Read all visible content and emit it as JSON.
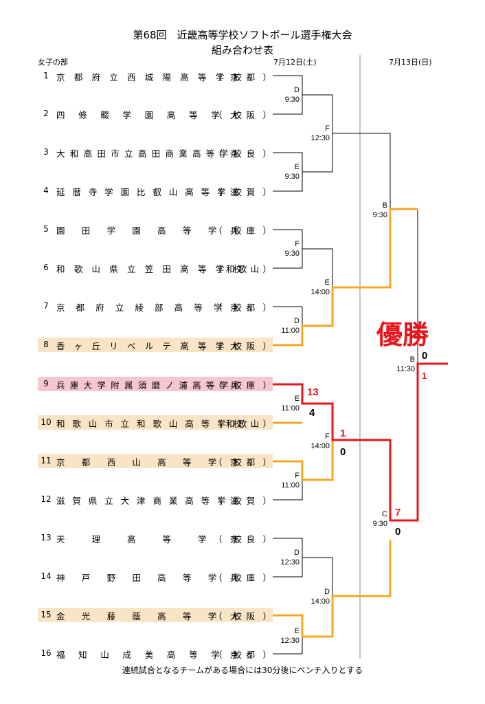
{
  "header": {
    "title": "第68回　近畿高等学校ソフトボール選手権大会",
    "subtitle": "組み合わせ表",
    "division": "女子の部",
    "day1": "7月12日(土)",
    "day2": "7月13日(日)"
  },
  "teams": [
    {
      "num": "1",
      "name": "京都府立西城陽高等学校",
      "pref": "（京都）"
    },
    {
      "num": "2",
      "name": "四條畷学園高等学校",
      "pref": "（大阪）"
    },
    {
      "num": "3",
      "name": "大和高田市立高田商業高等学校",
      "pref": "（奈良）"
    },
    {
      "num": "4",
      "name": "延暦寺学園比叡山高等学校",
      "pref": "（滋賀）"
    },
    {
      "num": "5",
      "name": "園田学園高等学校",
      "pref": "（兵庫）"
    },
    {
      "num": "6",
      "name": "和歌山県立笠田高等学校",
      "pref": "（和歌山）"
    },
    {
      "num": "7",
      "name": "京都府立綾部高等学校",
      "pref": "（京都）"
    },
    {
      "num": "8",
      "name": "香ヶ丘リベルテ高等学校",
      "pref": "（大阪）"
    },
    {
      "num": "9",
      "name": "兵庫大学附属須磨ノ浦高等学校",
      "pref": "（兵庫）"
    },
    {
      "num": "10",
      "name": "和歌山市立和歌山高等学校",
      "pref": "（和歌山）"
    },
    {
      "num": "11",
      "name": "京都西山高等学校",
      "pref": "（京都）"
    },
    {
      "num": "12",
      "name": "滋賀県立大津商業高等学校",
      "pref": "（滋賀）"
    },
    {
      "num": "13",
      "name": "天理高等学校",
      "pref": "（奈良）"
    },
    {
      "num": "14",
      "name": "神戸野田高等学校",
      "pref": "（兵庫）"
    },
    {
      "num": "15",
      "name": "金光藤蔭高等学校",
      "pref": "（大阪）"
    },
    {
      "num": "16",
      "name": "福知山成美高等学校",
      "pref": "（京都）"
    }
  ],
  "matches": [
    {
      "court": "D",
      "time": "9:30"
    },
    {
      "court": "E",
      "time": "9:30"
    },
    {
      "court": "F",
      "time": "9:30"
    },
    {
      "court": "D",
      "time": "11:00"
    },
    {
      "court": "E",
      "time": "11:00"
    },
    {
      "court": "F",
      "time": "11:00"
    },
    {
      "court": "D",
      "time": "12:30"
    },
    {
      "court": "E",
      "time": "12:30"
    },
    {
      "court": "F",
      "time": "12:30"
    },
    {
      "court": "E",
      "time": "14:00"
    },
    {
      "court": "F",
      "time": "14:00"
    },
    {
      "court": "D",
      "time": "14:00"
    },
    {
      "court": "B",
      "time": "9:30"
    },
    {
      "court": "C",
      "time": "9:30"
    },
    {
      "court": "B",
      "time": "11:30"
    }
  ],
  "scores": {
    "qf_9_10_top": "13",
    "qf_9_10_bottom": "4",
    "sf_top": "1",
    "sf_bottom": "0",
    "semi_top": "7",
    "semi_bottom": "0",
    "final_top": "0",
    "final_bottom": "1"
  },
  "champion_label": "優勝",
  "note": "連続試合となるチームがある場合には30分後にベンチ入りとする",
  "colors": {
    "winner_path": "#e8161b",
    "advance_path": "#f5a623",
    "row_orange": "#f9e4c6",
    "row_pink": "#f6c7cf"
  }
}
